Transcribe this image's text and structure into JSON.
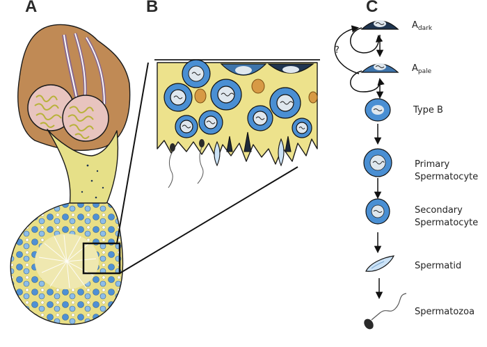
{
  "panels": {
    "a": "A",
    "b": "B",
    "c": "C"
  },
  "lineage": {
    "adark": {
      "main": "A",
      "sub": "dark"
    },
    "apale": {
      "main": "A",
      "sub": "pale"
    },
    "question_mark": "?",
    "stages": [
      {
        "line1": "Type B",
        "line2": ""
      },
      {
        "line1": "Primary",
        "line2": "Spermatocyte"
      },
      {
        "line1": "Secondary",
        "line2": "Spermatocyte"
      },
      {
        "line1": "Spermatid",
        "line2": ""
      },
      {
        "line1": "Spermatozoa",
        "line2": ""
      }
    ]
  },
  "colors": {
    "skin": "#c08a55",
    "testis": "#e8c4bf",
    "epithelium": "#ede28c",
    "tubule_yellow": "#e6e088",
    "cell_blue": "#4a8fd3",
    "cell_light": "#a9cfee",
    "nucleus": "#dfe7ee",
    "dark_blue": "#1f3550",
    "orange": "#d79a45"
  }
}
